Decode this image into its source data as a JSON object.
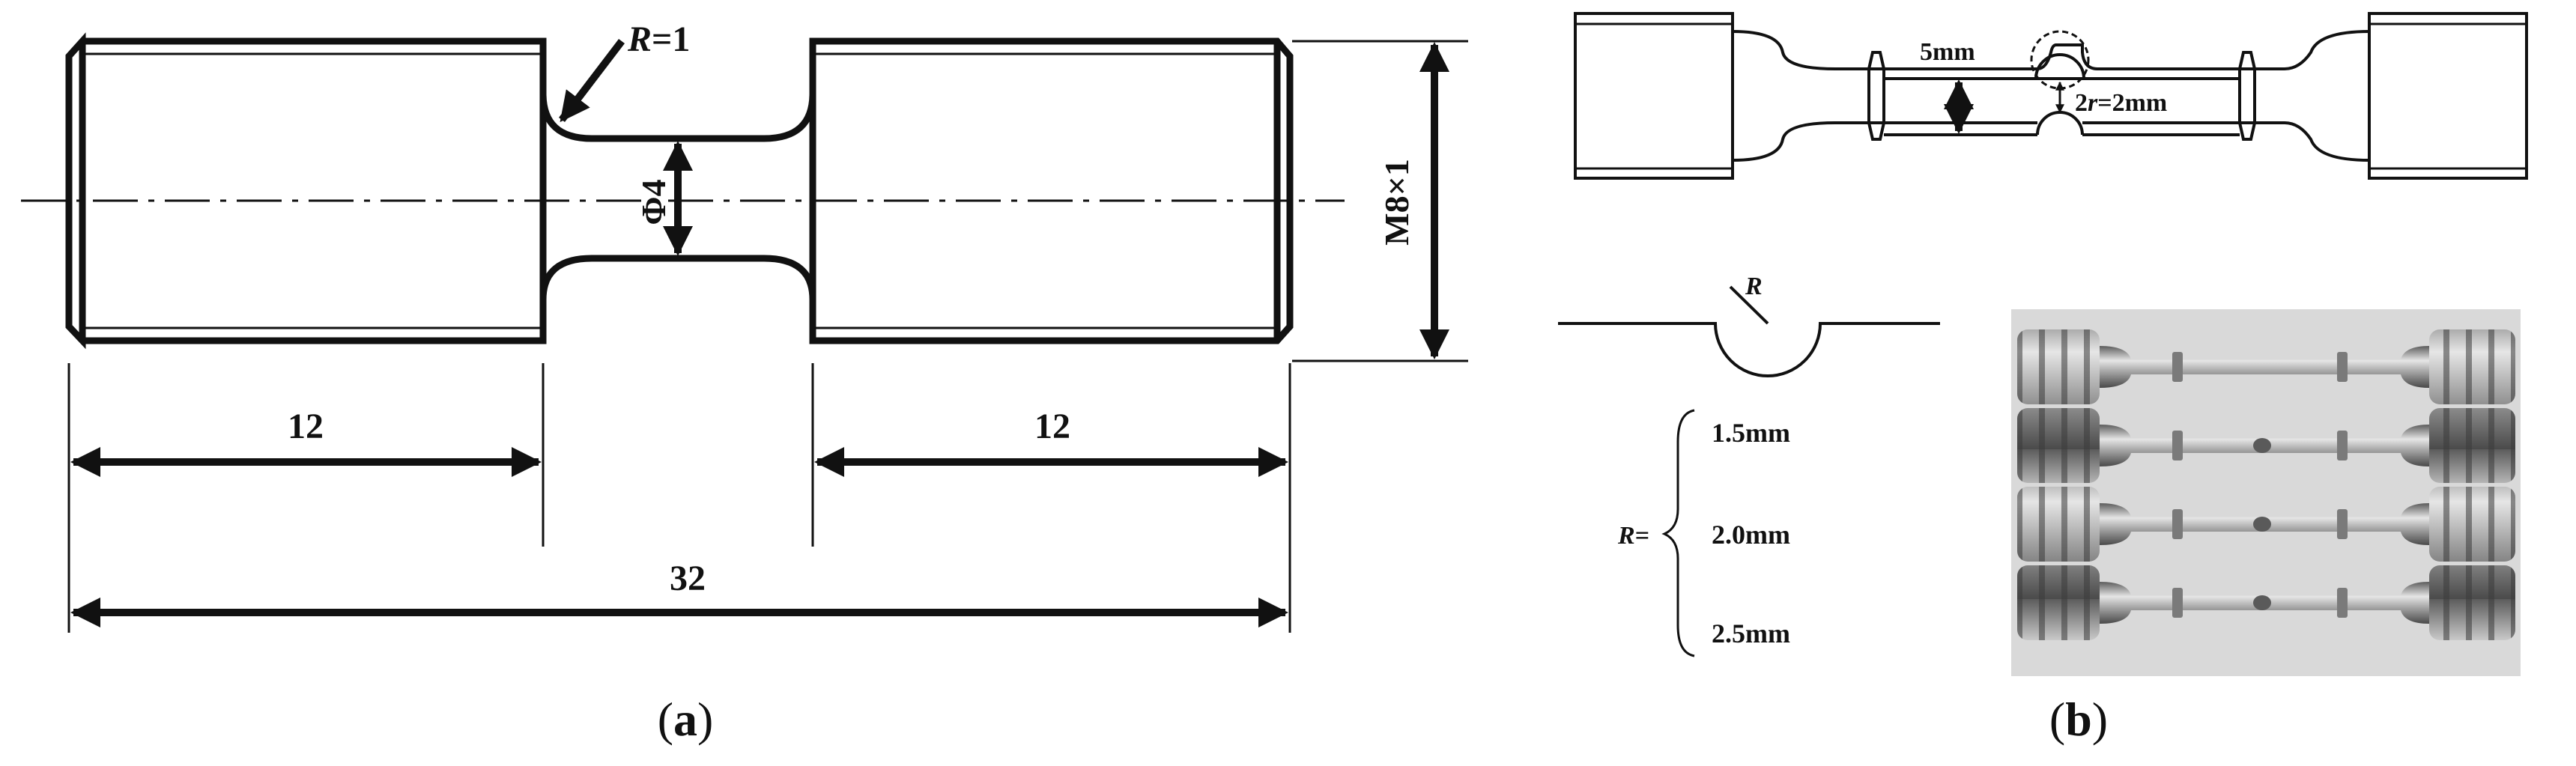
{
  "panel_a": {
    "caption_letter": "a",
    "radius_label": {
      "prefix": "R",
      "value": "=1"
    },
    "diameter_label": "Φ4",
    "thread_label": "M8×1",
    "dim_left": "12",
    "dim_right": "12",
    "dim_total": "32"
  },
  "panel_b": {
    "caption_letter": "b",
    "gauge_label": "5mm",
    "notch_label": {
      "prefix": "2",
      "var": "r",
      "suffix": "=2mm"
    },
    "notch_radius_symbol": "R",
    "r_equals": "R=",
    "radius_options": [
      "1.5mm",
      "2.0mm",
      "2.5mm"
    ]
  },
  "colors": {
    "line": "#111111",
    "photo_bg": "#d9d9d9",
    "metal": "#9a9a9a"
  }
}
